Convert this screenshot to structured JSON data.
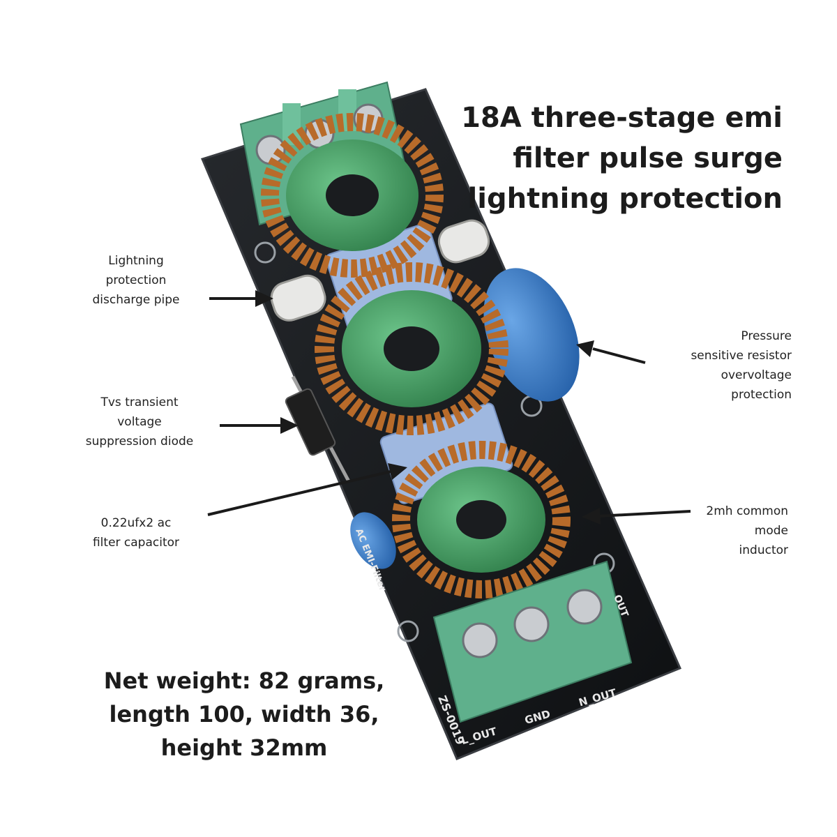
{
  "title": {
    "lines": [
      "18A three-stage emi",
      "filter pulse surge",
      "lightning protection"
    ]
  },
  "callouts": {
    "discharge_pipe": [
      "Lightning",
      "protection",
      "discharge pipe"
    ],
    "tvs_diode": [
      "Tvs transient",
      "voltage",
      "suppression diode"
    ],
    "capacitor": [
      "0.22ufx2 ac",
      "filter capacitor"
    ],
    "varistor": [
      "Pressure",
      "sensitive resistor",
      "overvoltage",
      "protection"
    ],
    "inductor": [
      "2mh common",
      "mode",
      "inductor"
    ]
  },
  "specs": {
    "lines": [
      "Net weight: 82 grams,",
      "length 100, width 36,",
      "height 32mm"
    ]
  },
  "board": {
    "model": "ZS-0019",
    "filter_label": "AC EMI-Filter",
    "terminal_l": "L_OUT",
    "terminal_gnd": "GND",
    "terminal_n": "N_OUT",
    "out_label": "OUT",
    "colors": {
      "pcb": "#15171a",
      "terminal": "#5fb08c",
      "core": "#3f9a5e",
      "copper": "#b86b2a",
      "capacitor_box": "#9fb8e0",
      "varistor": "#2f6fb8"
    }
  }
}
